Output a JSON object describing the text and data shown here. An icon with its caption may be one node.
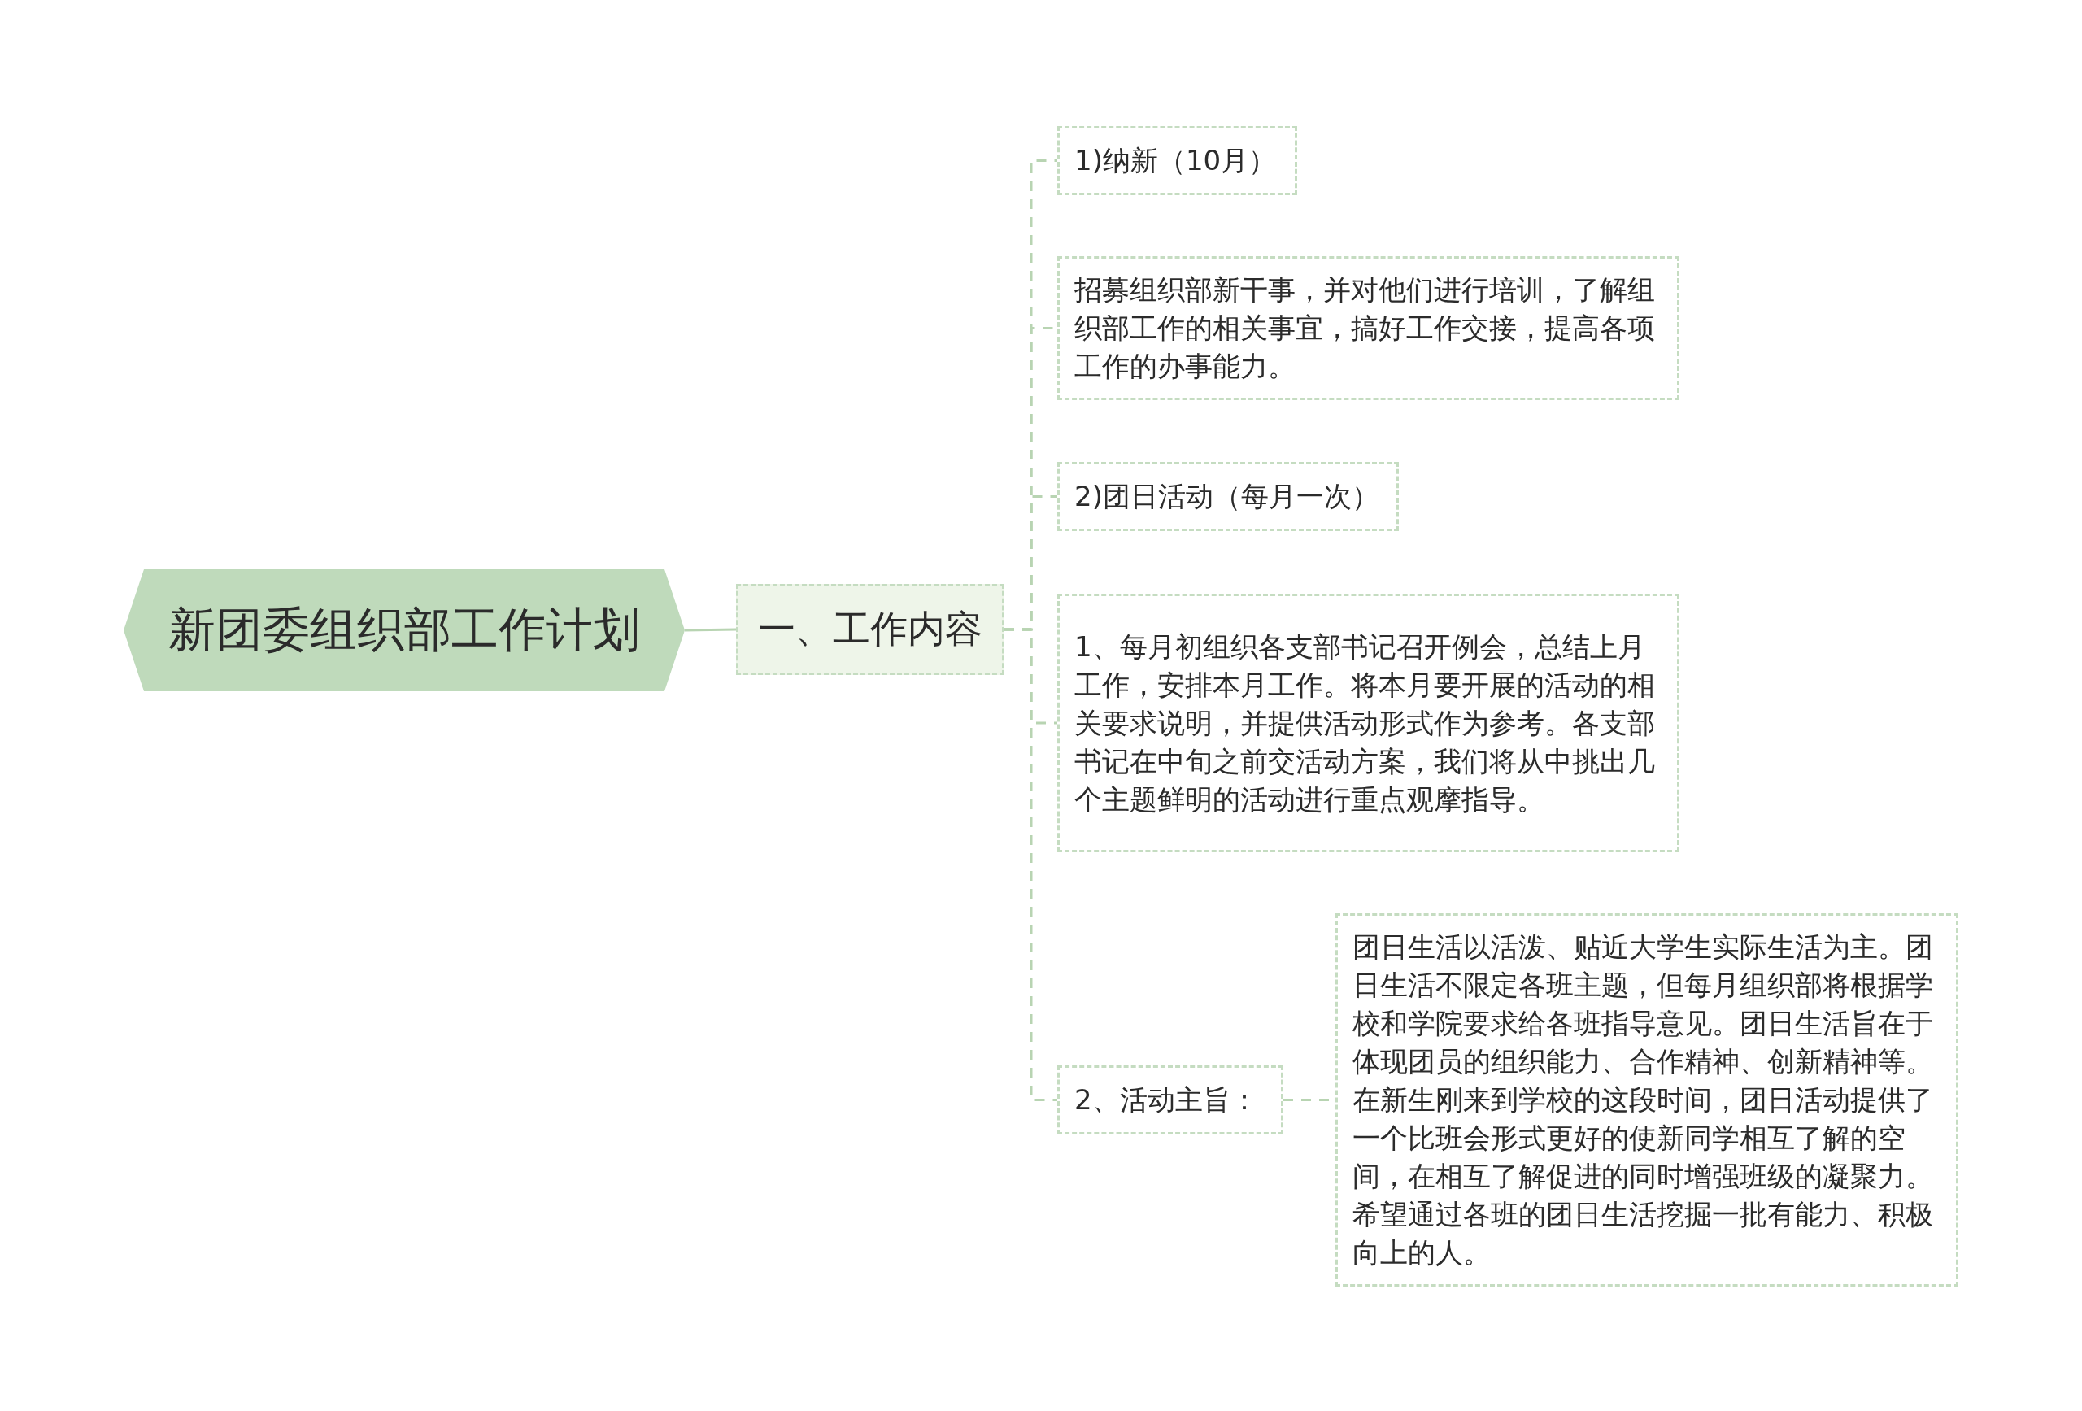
{
  "diagram": {
    "nodes": [
      {
        "text": [
          "新团委组织部工作计划"
        ]
      },
      {
        "text": [
          "一、工作内容"
        ]
      },
      {
        "text": [
          "1)纳新（10月）"
        ]
      },
      {
        "text": [
          "招募组织部新干事，并对他们进行培训，了解组织部工作的相关事宜，搞好工作交接，提高各项工作的办事能力。"
        ]
      },
      {
        "text": [
          "2)团日活动（每月一次）"
        ]
      },
      {
        "text": [
          "1、每月初组织各支部书记召开例会，总结上月工作，安排本月工作。将本月要开展的活动的相关要求说明，并提供活动形式作为参考。各支部书记在中旬之前交活动方案，我们将从中挑出几个主题鲜明的活动进行重点观摩指导。"
        ]
      },
      {
        "text": [
          "2、活动主旨："
        ]
      },
      {
        "text": [
          "团日生活以活泼、贴近大学生实际生活为主。团日生活不限定各班主题，但每月组织部将根据学校和学院要求给各班指导意见。团日生活旨在于体现团员的组织能力、合作精神、创新精神等。在新生刚来到学校的这段时间，团日活动提供了一个比班会形式更好的使新同学相互了解的空间，在相互了解促进的同时增强班级的凝聚力。希望通过各班的团日生活挖掘一批有能力、积极向上的人。"
        ]
      }
    ],
    "edges": [
      {
        "from": 0,
        "to": 1,
        "arrow": "none"
      },
      {
        "from": 1,
        "to": 2,
        "arrow": "none",
        "style": "dashed"
      },
      {
        "from": 1,
        "to": 3,
        "arrow": "none",
        "style": "dashed"
      },
      {
        "from": 1,
        "to": 4,
        "arrow": "none",
        "style": "dashed"
      },
      {
        "from": 1,
        "to": 5,
        "arrow": "none",
        "style": "dashed"
      },
      {
        "from": 1,
        "to": 6,
        "arrow": "none",
        "style": "dashed"
      },
      {
        "from": 6,
        "to": 7,
        "arrow": "none",
        "style": "dashed"
      }
    ]
  }
}
